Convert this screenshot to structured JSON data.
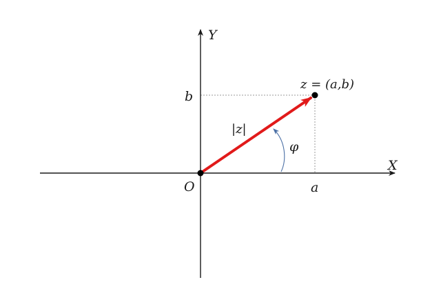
{
  "axes": {
    "x_label": "X",
    "y_label": "Y",
    "origin_label": "O"
  },
  "point": {
    "label": "z = (a,b)",
    "x_label": "a",
    "y_label": "b"
  },
  "vector": {
    "modulus_label": "|z|",
    "color": "#e11a1a"
  },
  "angle": {
    "label": "φ",
    "color": "#4a6fa5"
  },
  "colors": {
    "axis": "#1a1a1a",
    "guide": "#9a9a9a",
    "point": "#000000"
  }
}
